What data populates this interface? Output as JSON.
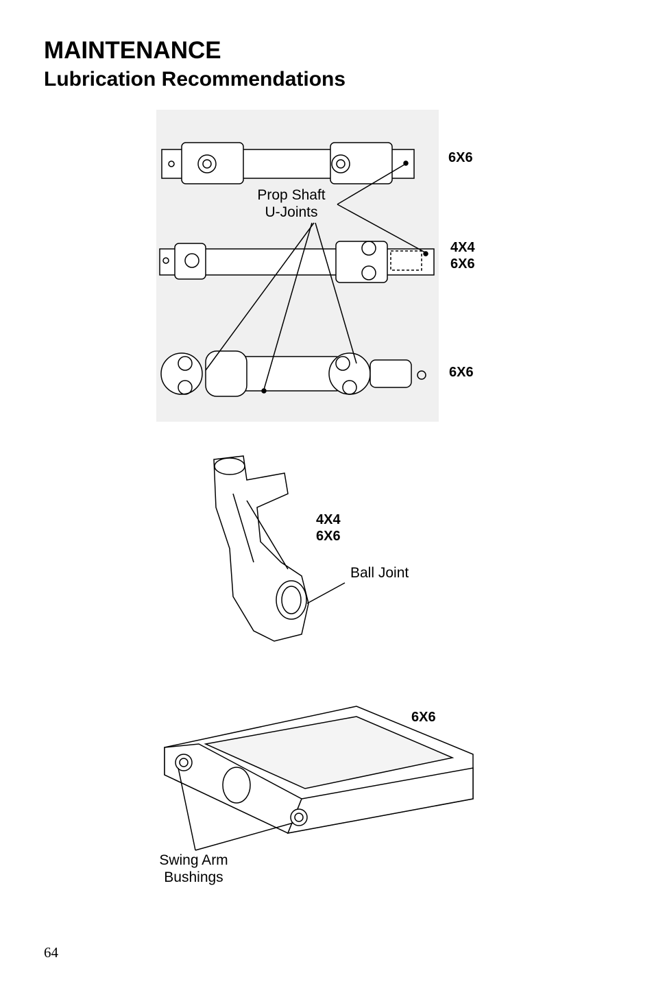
{
  "header": {
    "title": "MAINTENANCE",
    "subtitle": "Lubrication Recommendations"
  },
  "figures": {
    "prop_shaft": {
      "caption_line1": "Prop Shaft",
      "caption_line2": "U-Joints",
      "label_top": "6X6",
      "label_mid_1": "4X4",
      "label_mid_2": "6X6",
      "label_bottom": "6X6"
    },
    "ball_joint": {
      "label_1": "4X4",
      "label_2": "6X6",
      "caption": "Ball Joint"
    },
    "swing_arm": {
      "label": "6X6",
      "caption_line1": "Swing Arm",
      "caption_line2": "Bushings"
    }
  },
  "footer": {
    "page_number": "64"
  }
}
